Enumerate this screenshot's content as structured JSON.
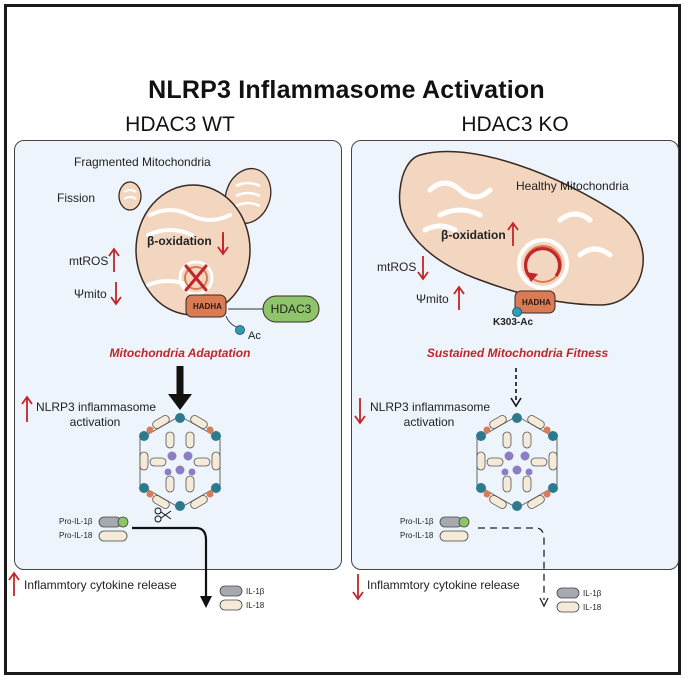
{
  "title": "NLRP3 Inflammasome Activation",
  "wt": {
    "heading": "HDAC3 WT",
    "fragmented_label": "Fragmented Mitochondria",
    "fission_label": "Fission",
    "beta_oxidation": "β-oxidation",
    "mtros": "mtROS",
    "psi_mito": "Ψmito",
    "hadha": "HADHA",
    "hdac3": "HDAC3",
    "ac": "Ac",
    "adaptation": "Mitochondria Adaptation",
    "nlrp3_line1": "NLRP3 inflammasome",
    "nlrp3_line2": "activation",
    "pro_il1b": "Pro-IL-1β",
    "pro_il18": "Pro-IL-18",
    "cytokine_release": "Inflammtory cytokine release",
    "il1b": "IL-1β",
    "il18": "IL-18"
  },
  "ko": {
    "heading": "HDAC3 KO",
    "healthy_label": "Healthy Mitochondria",
    "beta_oxidation": "β-oxidation",
    "mtros": "mtROS",
    "psi_mito": "Ψmito",
    "hadha": "HADHA",
    "k303": "K303-Ac",
    "fitness": "Sustained Mitochondria Fitness",
    "nlrp3_line1": "NLRP3 inflammasome",
    "nlrp3_line2": "activation",
    "pro_il1b": "Pro-IL-1β",
    "pro_il18": "Pro-IL-18",
    "cytokine_release": "Inflammtory cytokine release",
    "il1b": "IL-1β",
    "il18": "IL-18"
  },
  "colors": {
    "mito_fill": "#f3d6c0",
    "mito_stroke": "#3a2a22",
    "hadha": "#d97b55",
    "hdac3": "#8ec46a",
    "ac_dot": "#2f9bb5",
    "red": "#c0262a",
    "panel_bg": "#eef4fb"
  }
}
